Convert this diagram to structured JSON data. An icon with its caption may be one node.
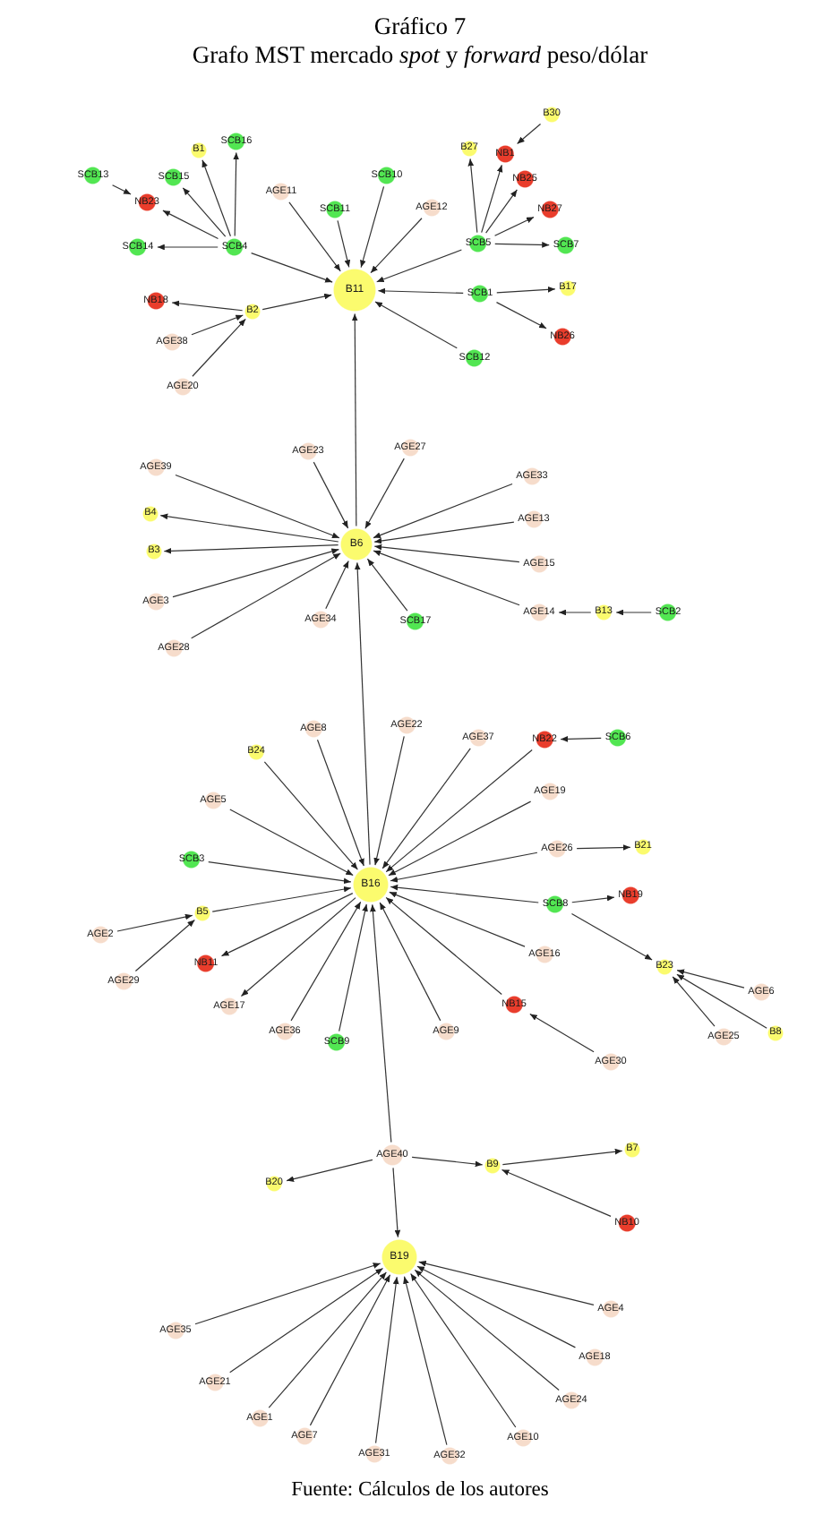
{
  "diagram": {
    "title": "Gráfico 7",
    "caption": "Fuente: Cálculos de los autores",
    "labels": [
      "Grafo MST mercado *spot* y *forward* peso/dólar"
    ],
    "nodes": [
      {
        "text": [
          "B30"
        ]
      },
      {
        "text": [
          "SCB16"
        ]
      },
      {
        "text": [
          "B1"
        ]
      },
      {
        "text": [
          "B27"
        ]
      },
      {
        "text": [
          "NB1"
        ]
      },
      {
        "text": [
          "SCB13"
        ]
      },
      {
        "text": [
          "SCB15"
        ]
      },
      {
        "text": [
          "SCB10"
        ]
      },
      {
        "text": [
          "NB25"
        ]
      },
      {
        "text": [
          "AGE11"
        ]
      },
      {
        "text": [
          "NB23"
        ]
      },
      {
        "text": [
          "AGE12"
        ]
      },
      {
        "text": [
          "SCB11"
        ]
      },
      {
        "text": [
          "NB27"
        ]
      },
      {
        "text": [
          "SCB4"
        ]
      },
      {
        "text": [
          "SCB14"
        ]
      },
      {
        "text": [
          "SCB5"
        ]
      },
      {
        "text": [
          "SCB7"
        ]
      },
      {
        "text": [
          "B11"
        ]
      },
      {
        "text": [
          "B17"
        ]
      },
      {
        "text": [
          "SCB1"
        ]
      },
      {
        "text": [
          "NB18"
        ]
      },
      {
        "text": [
          "B2"
        ]
      },
      {
        "text": [
          "NB26"
        ]
      },
      {
        "text": [
          "AGE38"
        ]
      },
      {
        "text": [
          "SCB12"
        ]
      },
      {
        "text": [
          "AGE20"
        ]
      },
      {
        "text": [
          "AGE27"
        ]
      },
      {
        "text": [
          "AGE23"
        ]
      },
      {
        "text": [
          "AGE39"
        ]
      },
      {
        "text": [
          "AGE33"
        ]
      },
      {
        "text": [
          "B4"
        ]
      },
      {
        "text": [
          "AGE13"
        ]
      },
      {
        "text": [
          "B6"
        ]
      },
      {
        "text": [
          "B3"
        ]
      },
      {
        "text": [
          "AGE15"
        ]
      },
      {
        "text": [
          "AGE3"
        ]
      },
      {
        "text": [
          "AGE14"
        ]
      },
      {
        "text": [
          "B13"
        ]
      },
      {
        "text": [
          "SCB2"
        ]
      },
      {
        "text": [
          "AGE34"
        ]
      },
      {
        "text": [
          "SCB17"
        ]
      },
      {
        "text": [
          "AGE28"
        ]
      },
      {
        "text": [
          "AGE22"
        ]
      },
      {
        "text": [
          "AGE8"
        ]
      },
      {
        "text": [
          "AGE37"
        ]
      },
      {
        "text": [
          "NB22"
        ]
      },
      {
        "text": [
          "SCB6"
        ]
      },
      {
        "text": [
          "B24"
        ]
      },
      {
        "text": [
          "AGE19"
        ]
      },
      {
        "text": [
          "AGE5"
        ]
      },
      {
        "text": [
          "AGE26"
        ]
      },
      {
        "text": [
          "B21"
        ]
      },
      {
        "text": [
          "SCB3"
        ]
      },
      {
        "text": [
          "B16"
        ]
      },
      {
        "text": [
          "NB19"
        ]
      },
      {
        "text": [
          "SCB8"
        ]
      },
      {
        "text": [
          "B5"
        ]
      },
      {
        "text": [
          "AGE2"
        ]
      },
      {
        "text": [
          "AGE16"
        ]
      },
      {
        "text": [
          "NB11"
        ]
      },
      {
        "text": [
          "B23"
        ]
      },
      {
        "text": [
          "AGE29"
        ]
      },
      {
        "text": [
          "AGE6"
        ]
      },
      {
        "text": [
          "NB15"
        ]
      },
      {
        "text": [
          "AGE17"
        ]
      },
      {
        "text": [
          "AGE36"
        ]
      },
      {
        "text": [
          "AGE9"
        ]
      },
      {
        "text": [
          "B8"
        ]
      },
      {
        "text": [
          "AGE25"
        ]
      },
      {
        "text": [
          "SCB9"
        ]
      },
      {
        "text": [
          "AGE30"
        ]
      },
      {
        "text": [
          "B7"
        ]
      },
      {
        "text": [
          "AGE40"
        ]
      },
      {
        "text": [
          "B9"
        ]
      },
      {
        "text": [
          "B20"
        ]
      },
      {
        "text": [
          "NB10"
        ]
      },
      {
        "text": [
          "B19"
        ]
      },
      {
        "text": [
          "AGE4"
        ]
      },
      {
        "text": [
          "AGE35"
        ]
      },
      {
        "text": [
          "AGE18"
        ]
      },
      {
        "text": [
          "AGE21"
        ]
      },
      {
        "text": [
          "AGE24"
        ]
      },
      {
        "text": [
          "AGE1"
        ]
      },
      {
        "text": [
          "AGE7"
        ]
      },
      {
        "text": [
          "AGE10"
        ]
      },
      {
        "text": [
          "AGE31"
        ]
      },
      {
        "text": [
          "AGE32"
        ]
      }
    ],
    "edges": [
      {
        "from": 5,
        "to": 10,
        "arrow": "to"
      },
      {
        "from": 14,
        "to": 10,
        "arrow": "to"
      },
      {
        "from": 14,
        "to": 2,
        "arrow": "to"
      },
      {
        "from": 14,
        "to": 1,
        "arrow": "to"
      },
      {
        "from": 14,
        "to": 6,
        "arrow": "to"
      },
      {
        "from": 14,
        "to": 15,
        "arrow": "to"
      },
      {
        "from": 14,
        "to": 18,
        "arrow": "to"
      },
      {
        "from": 9,
        "to": 18,
        "arrow": "to"
      },
      {
        "from": 12,
        "to": 18,
        "arrow": "to"
      },
      {
        "from": 7,
        "to": 18,
        "arrow": "to"
      },
      {
        "from": 11,
        "to": 18,
        "arrow": "to"
      },
      {
        "from": 16,
        "to": 18,
        "arrow": "to"
      },
      {
        "from": 20,
        "to": 18,
        "arrow": "to"
      },
      {
        "from": 25,
        "to": 18,
        "arrow": "to"
      },
      {
        "from": 22,
        "to": 18,
        "arrow": "to"
      },
      {
        "from": 22,
        "to": 21,
        "arrow": "to"
      },
      {
        "from": 24,
        "to": 22,
        "arrow": "to"
      },
      {
        "from": 26,
        "to": 22,
        "arrow": "to"
      },
      {
        "from": 0,
        "to": 4,
        "arrow": "to"
      },
      {
        "from": 16,
        "to": 3,
        "arrow": "to"
      },
      {
        "from": 16,
        "to": 4,
        "arrow": "to"
      },
      {
        "from": 16,
        "to": 8,
        "arrow": "to"
      },
      {
        "from": 16,
        "to": 13,
        "arrow": "to"
      },
      {
        "from": 16,
        "to": 17,
        "arrow": "to"
      },
      {
        "from": 20,
        "to": 19,
        "arrow": "to"
      },
      {
        "from": 20,
        "to": 23,
        "arrow": "to"
      },
      {
        "from": 33,
        "to": 18,
        "arrow": "to"
      },
      {
        "from": 29,
        "to": 33,
        "arrow": "to"
      },
      {
        "from": 33,
        "to": 31,
        "arrow": "to"
      },
      {
        "from": 33,
        "to": 34,
        "arrow": "to"
      },
      {
        "from": 36,
        "to": 33,
        "arrow": "to"
      },
      {
        "from": 42,
        "to": 33,
        "arrow": "to"
      },
      {
        "from": 28,
        "to": 33,
        "arrow": "to"
      },
      {
        "from": 27,
        "to": 33,
        "arrow": "to"
      },
      {
        "from": 30,
        "to": 33,
        "arrow": "to"
      },
      {
        "from": 32,
        "to": 33,
        "arrow": "to"
      },
      {
        "from": 35,
        "to": 33,
        "arrow": "to"
      },
      {
        "from": 37,
        "to": 33,
        "arrow": "to"
      },
      {
        "from": 40,
        "to": 33,
        "arrow": "to"
      },
      {
        "from": 41,
        "to": 33,
        "arrow": "to"
      },
      {
        "from": 38,
        "to": 37,
        "arrow": "to"
      },
      {
        "from": 39,
        "to": 38,
        "arrow": "to"
      },
      {
        "from": 54,
        "to": 33,
        "arrow": "to"
      },
      {
        "from": 44,
        "to": 54,
        "arrow": "to"
      },
      {
        "from": 43,
        "to": 54,
        "arrow": "to"
      },
      {
        "from": 48,
        "to": 54,
        "arrow": "to"
      },
      {
        "from": 50,
        "to": 54,
        "arrow": "to"
      },
      {
        "from": 53,
        "to": 54,
        "arrow": "to"
      },
      {
        "from": 57,
        "to": 54,
        "arrow": "to"
      },
      {
        "from": 54,
        "to": 60,
        "arrow": "to"
      },
      {
        "from": 54,
        "to": 65,
        "arrow": "to"
      },
      {
        "from": 66,
        "to": 54,
        "arrow": "to"
      },
      {
        "from": 70,
        "to": 54,
        "arrow": "to"
      },
      {
        "from": 58,
        "to": 57,
        "arrow": "to"
      },
      {
        "from": 62,
        "to": 57,
        "arrow": "to"
      },
      {
        "from": 45,
        "to": 54,
        "arrow": "to"
      },
      {
        "from": 46,
        "to": 54,
        "arrow": "to"
      },
      {
        "from": 47,
        "to": 46,
        "arrow": "to"
      },
      {
        "from": 49,
        "to": 54,
        "arrow": "to"
      },
      {
        "from": 51,
        "to": 54,
        "arrow": "to"
      },
      {
        "from": 51,
        "to": 52,
        "arrow": "to"
      },
      {
        "from": 56,
        "to": 54,
        "arrow": "to"
      },
      {
        "from": 56,
        "to": 55,
        "arrow": "to"
      },
      {
        "from": 56,
        "to": 61,
        "arrow": "to"
      },
      {
        "from": 63,
        "to": 61,
        "arrow": "to"
      },
      {
        "from": 68,
        "to": 61,
        "arrow": "to"
      },
      {
        "from": 69,
        "to": 61,
        "arrow": "to"
      },
      {
        "from": 59,
        "to": 54,
        "arrow": "to"
      },
      {
        "from": 64,
        "to": 54,
        "arrow": "to"
      },
      {
        "from": 71,
        "to": 64,
        "arrow": "to"
      },
      {
        "from": 67,
        "to": 54,
        "arrow": "to"
      },
      {
        "from": 73,
        "to": 54,
        "arrow": "to"
      },
      {
        "from": 73,
        "to": 75,
        "arrow": "to"
      },
      {
        "from": 73,
        "to": 74,
        "arrow": "to"
      },
      {
        "from": 74,
        "to": 72,
        "arrow": "to"
      },
      {
        "from": 76,
        "to": 74,
        "arrow": "to"
      },
      {
        "from": 73,
        "to": 77,
        "arrow": "to"
      },
      {
        "from": 78,
        "to": 77,
        "arrow": "to"
      },
      {
        "from": 79,
        "to": 77,
        "arrow": "to"
      },
      {
        "from": 80,
        "to": 77,
        "arrow": "to"
      },
      {
        "from": 81,
        "to": 77,
        "arrow": "to"
      },
      {
        "from": 82,
        "to": 77,
        "arrow": "to"
      },
      {
        "from": 83,
        "to": 77,
        "arrow": "to"
      },
      {
        "from": 84,
        "to": 77,
        "arrow": "to"
      },
      {
        "from": 85,
        "to": 77,
        "arrow": "to"
      },
      {
        "from": 86,
        "to": 77,
        "arrow": "to"
      },
      {
        "from": 87,
        "to": 77,
        "arrow": "to"
      }
    ]
  }
}
